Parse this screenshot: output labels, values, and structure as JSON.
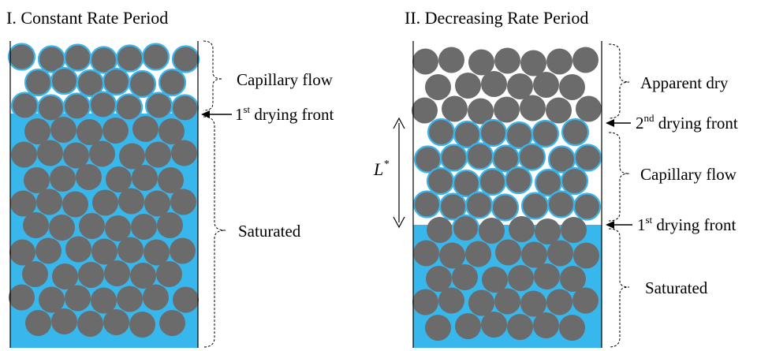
{
  "panel_left": {
    "title": "I. Constant Rate Period",
    "labels": {
      "capillary": "Capillary flow",
      "front_num": "1",
      "front_sup": "st",
      "front_text": " drying front",
      "saturated": "Saturated"
    }
  },
  "panel_right": {
    "title": "II. Decreasing Rate Period",
    "labels": {
      "apparent": "Apparent dry",
      "front2_num": "2",
      "front2_sup": "nd",
      "front2_text": " drying front",
      "capillary": "Capillary flow",
      "front1_num": "1",
      "front1_sup": "st",
      "front1_text": " drying front",
      "saturated": "Saturated",
      "length_symbol": "L",
      "length_sup": "*"
    }
  },
  "colors": {
    "water": "#38b7ec",
    "particle": "#6b6b6b",
    "particle_outline": "#3bb4ea",
    "frame": "#000000"
  }
}
